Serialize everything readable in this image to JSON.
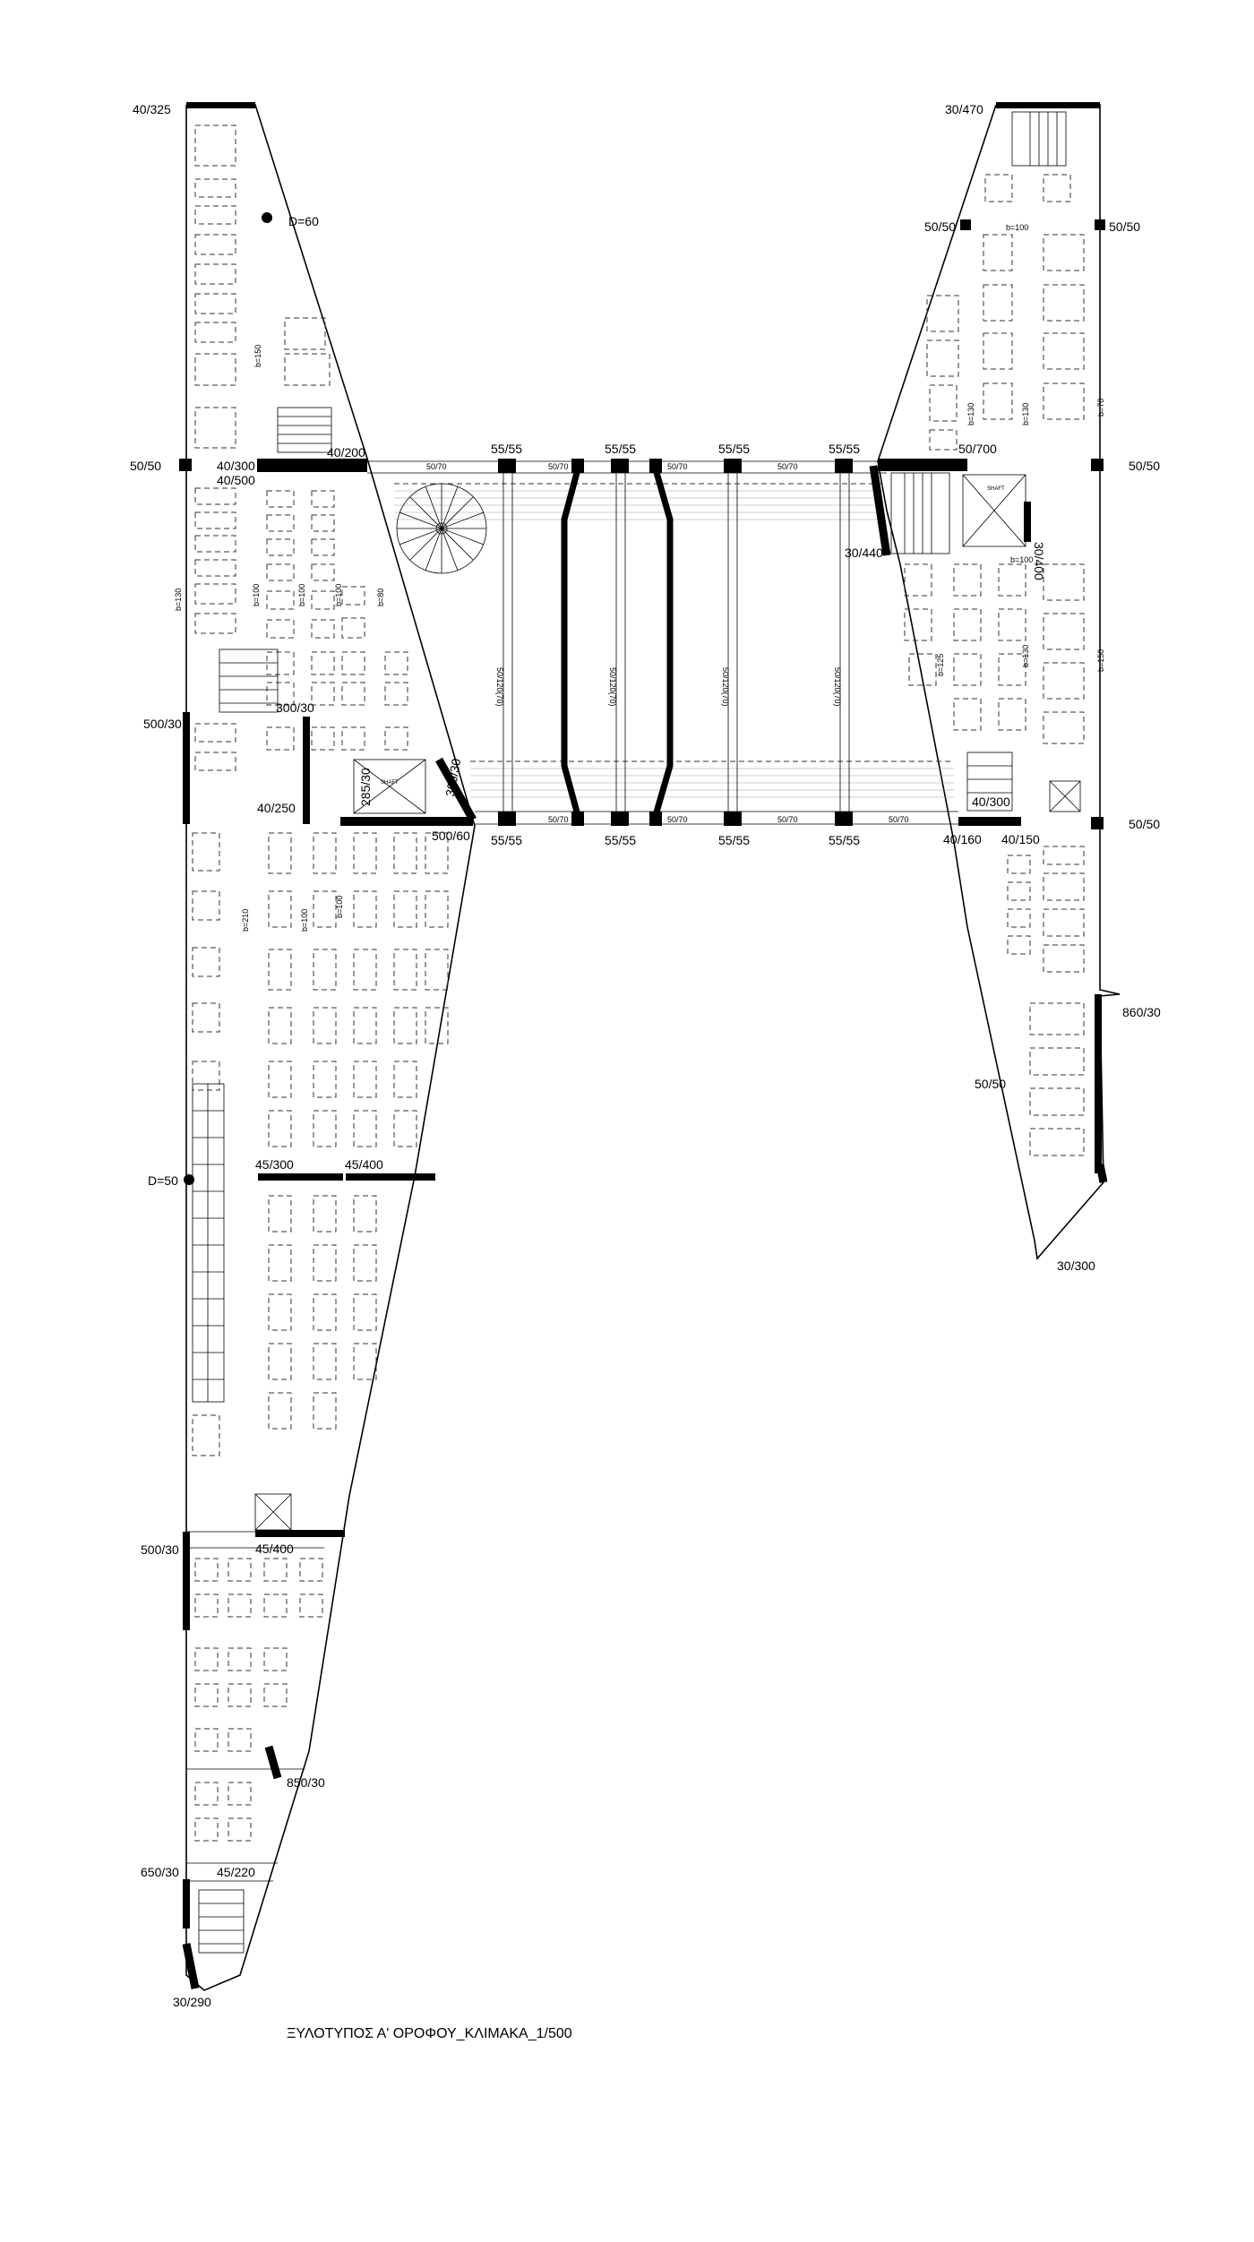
{
  "title": "ΞΥΛΟΤΥΠΟΣ Α' ΟΡΟΦΟΥ_ΚΛΙΜΑΚΑ_1/500",
  "colors": {
    "ink": "#000000",
    "paper": "#ffffff",
    "title_ink": "#444444"
  },
  "labels": {
    "l1": "40/325",
    "l2": "D=60",
    "l3": "b=150",
    "l4": "40/200",
    "l5": "50/50",
    "l6": "40/300",
    "l7": "40/500",
    "l8": "b=130",
    "l9": "b=100",
    "l10": "b=100",
    "l11": "b=100",
    "l12": "b=80",
    "l13": "300/30",
    "l14": "500/30",
    "l15": "285/30",
    "l16": "300/30",
    "l17": "40/250",
    "l18": "500/60",
    "l19": "b=210",
    "l20": "b=100",
    "l21": "b=100",
    "l22": "45/300",
    "l23": "45/400",
    "l24": "D=50",
    "l25": "500/30",
    "l26": "45/400",
    "l27": "850/30",
    "l28": "650/30",
    "l29": "45/220",
    "l30": "30/290",
    "l31": "55/55",
    "l32": "55/55",
    "l33": "55/55",
    "l34": "55/55",
    "l35": "55/55",
    "l36": "55/55",
    "l37": "55/55",
    "l38": "55/55",
    "l39": "50/70",
    "l40": "50/70",
    "l41": "50/70",
    "l42": "50/70",
    "l43": "50/70",
    "l44": "50/70",
    "l45": "50/70",
    "l46": "50/70",
    "l47": "50/700",
    "l48": "50/120(70)",
    "l49": "50/120(70)",
    "l50": "50/120(70)",
    "l51": "50/120(70)",
    "l52": "SHAFT",
    "l53": "SHAFT",
    "l54": "30/470",
    "l55": "50/50",
    "l56": "b=100",
    "l57": "50/50",
    "l58": "b=130",
    "l59": "b=130",
    "l60": "b=70",
    "l61": "50/50",
    "l62": "30/400",
    "l63": "b=100",
    "l64": "30/440",
    "l65": "b=125",
    "l66": "b=130",
    "l67": "b=150",
    "l68": "40/300",
    "l69": "50/50",
    "l70": "40/160",
    "l71": "40/150",
    "l72": "860/30",
    "l73": "50/50",
    "l74": "30/300"
  }
}
